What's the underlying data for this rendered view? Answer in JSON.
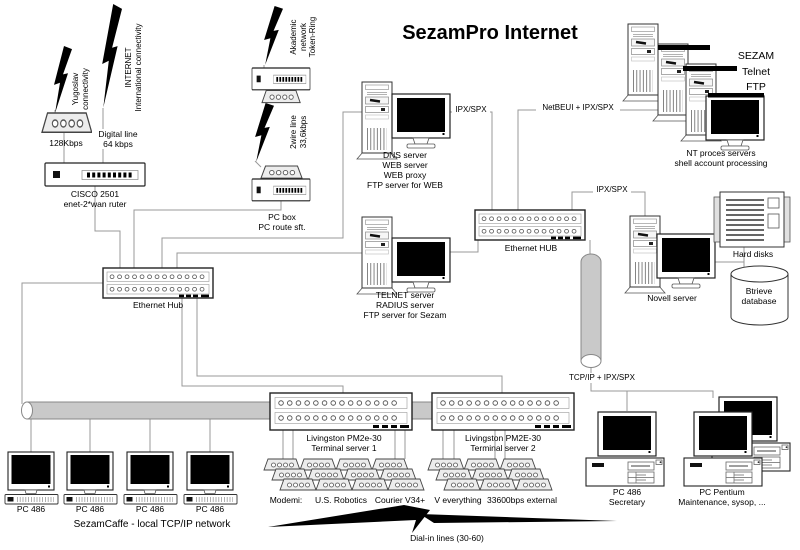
{
  "title": "SezamPro Internet",
  "links": {
    "yugoslav": [
      "Yugoslav",
      "connectivity"
    ],
    "internet": [
      "INTERNET",
      "International connectivity"
    ],
    "akademic": [
      "Akademic",
      "network",
      "Token-Ring"
    ],
    "modem128_label": "128Kbps",
    "digital_line": [
      "Digital line",
      "64 kbps"
    ],
    "twowire": [
      "2wire line",
      "33,6kbps"
    ],
    "dialin_label": "Dial-in lines (30-60)"
  },
  "edges": {
    "ipx_spx_web": "IPX/SPX",
    "netbeui_ipx": "NetBEUI + IPX/SPX",
    "ipx_spx_novell": "IPX/SPX",
    "tcpip_ipx": "TCP/IP + IPX/SPX"
  },
  "nodes": {
    "cisco": [
      "CISCO 2501",
      "enet-2*wan ruter"
    ],
    "pcbox": [
      "PC box",
      "PC route sft."
    ],
    "hub1_label": "Ethernet Hub",
    "hub2_label": "Ethernet HUB",
    "dns": [
      "DNS server",
      "WEB server",
      "WEB proxy",
      "FTP server for WEB"
    ],
    "telnet": [
      "TELNET server",
      "RADIUS server",
      "FTP server for Sezam"
    ],
    "sezam": [
      "SEZAM",
      "Telnet",
      "FTP"
    ],
    "nt": [
      "NT proces servers",
      "shell account processing"
    ],
    "novell_label": "Novell server",
    "harddisks_label": "Hard disks",
    "btrieve": [
      "Btrieve",
      "database"
    ],
    "ts1": [
      "Livingston PM2e-30",
      "Terminal server 1"
    ],
    "ts2": [
      "Livingston PM2E-30",
      "Terminal server 2"
    ],
    "modem_groups": [
      "Modemi:",
      "U.S. Robotics",
      "Courier V34+",
      "V everything",
      "33600bps external"
    ],
    "caffe_pcs": [
      "PC 486",
      "PC 486",
      "PC 486",
      "PC 486"
    ],
    "caffe_caption": "SezamCaffe - local TCP/IP network",
    "secretary": [
      "PC 486",
      "Secretary"
    ],
    "pentium": [
      "PC Pentium",
      "Maintenance, sysop, ..."
    ]
  },
  "colors": {
    "wire": "#999999",
    "device_stroke": "#222222",
    "cylinder_fill": "#c9c9c9",
    "background": "#ffffff"
  }
}
